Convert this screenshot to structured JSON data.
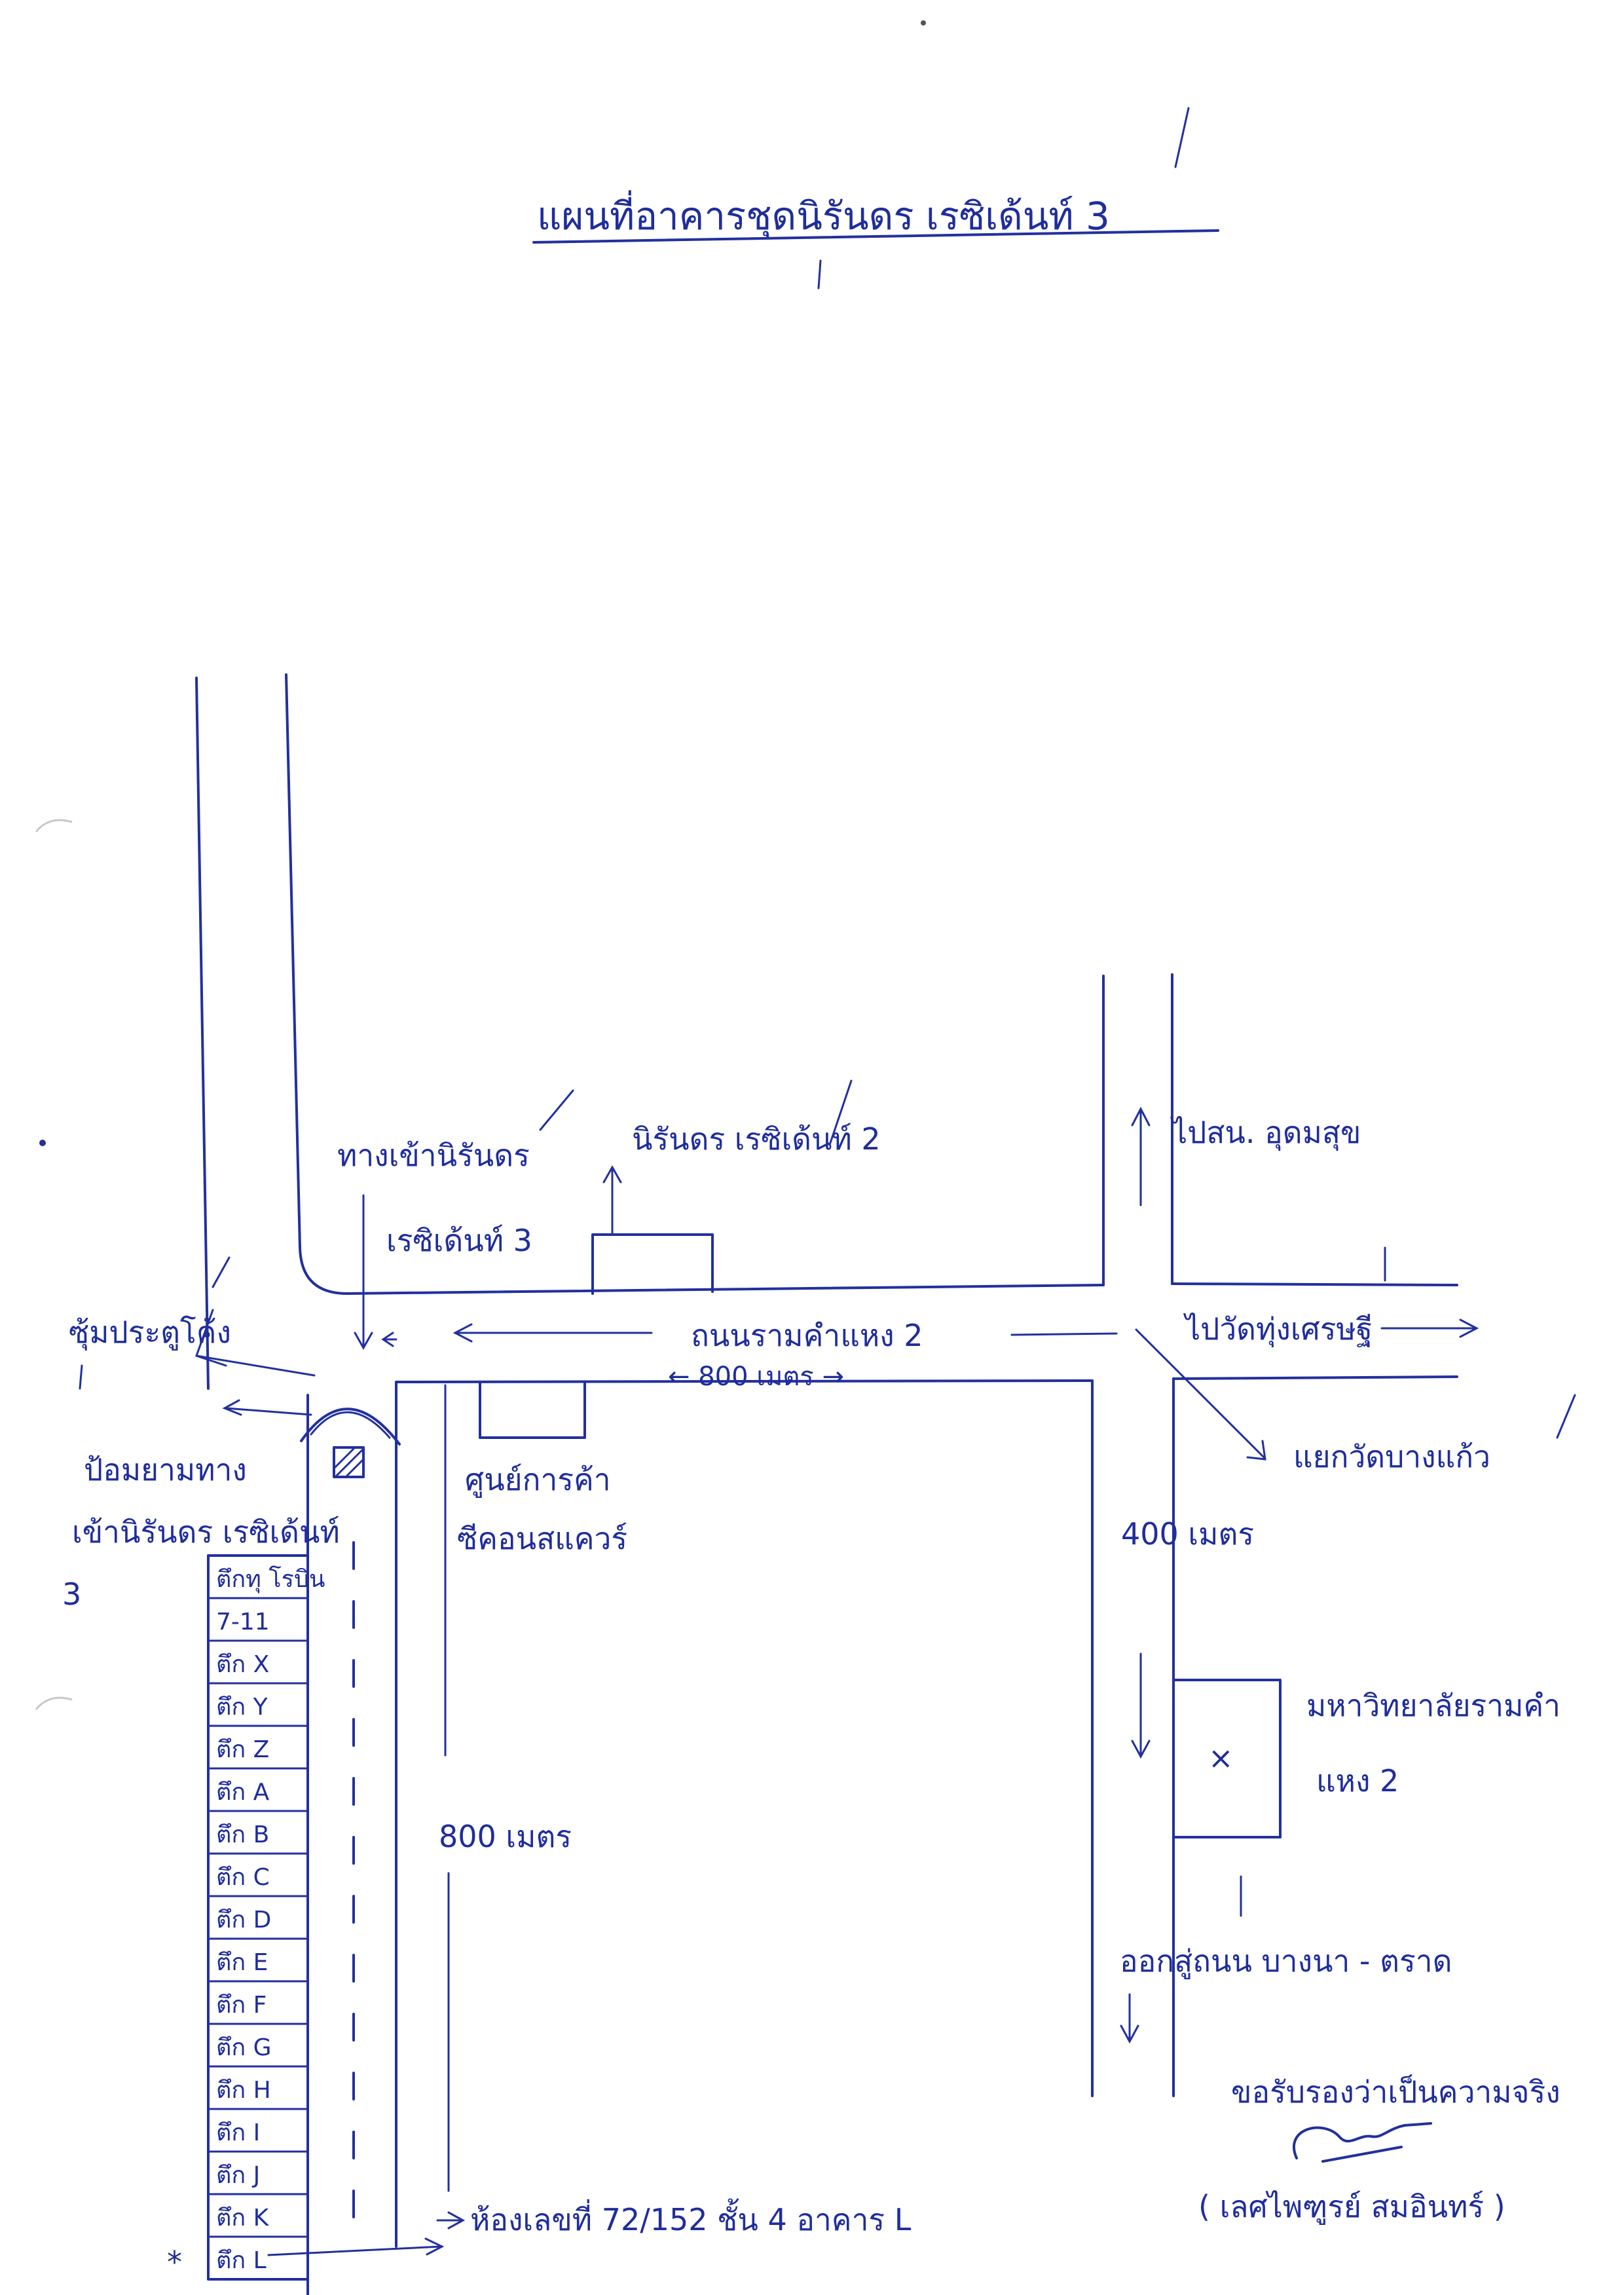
{
  "title": "แผนที่อาคารชุดนิรันดร เรซิเด้นท์ 3",
  "labels": {
    "residence2": "นิรันดร เรซิเด้นท์ 2",
    "entrance_line1": "ทางเข้านิรันดร",
    "entrance_line2": "เรซิเด้นท์ 3",
    "arch": "ซุ้มประตูโค้ง",
    "guard_line1": "ป้อมยามทาง",
    "guard_line2": "เข้านิรันดร เรซิเด้นท์",
    "guard_line3": "3",
    "road": "ถนนรามคำแหง 2",
    "road_distance": "← 800 เมตร →",
    "shop_line1": "ศูนย์การค้า",
    "shop_line2": "ซีคอนสแควร์",
    "to_udomsuk": "ไปสน. อุดมสุข",
    "to_temp": "ไปวัดทุ่งเศรษฐี",
    "junction": "แยกวัดบางแก้ว",
    "dist_400": "400 เมตร",
    "dist_800": "800 เมตร",
    "university_line1": "มหาวิทยาลัยรามคำ",
    "university_line2": "แหง 2",
    "university_mark": "×",
    "exit_bangna": "ออกสู่ถนน บางนา - ตราด",
    "room": "ห้องเลขที่ 72/152 ชั้น 4 อาคาร L",
    "certify": "ขอรับรองว่าเป็นความจริง",
    "signer": "( เลศไพฑูรย์ สมอินทร์ )",
    "star": "*"
  },
  "buildings": [
    "ตึกทุ โรบิน",
    "7-11",
    "ตึก X",
    "ตึก Y",
    "ตึก Z",
    "ตึก A",
    "ตึก B",
    "ตึก C",
    "ตึก D",
    "ตึก E",
    "ตึก F",
    "ตึก G",
    "ตึก H",
    "ตึก I",
    "ตึก J",
    "ตึก K",
    "ตึก L"
  ],
  "colors": {
    "ink": "#22309e",
    "highlight": "#e0303a"
  }
}
